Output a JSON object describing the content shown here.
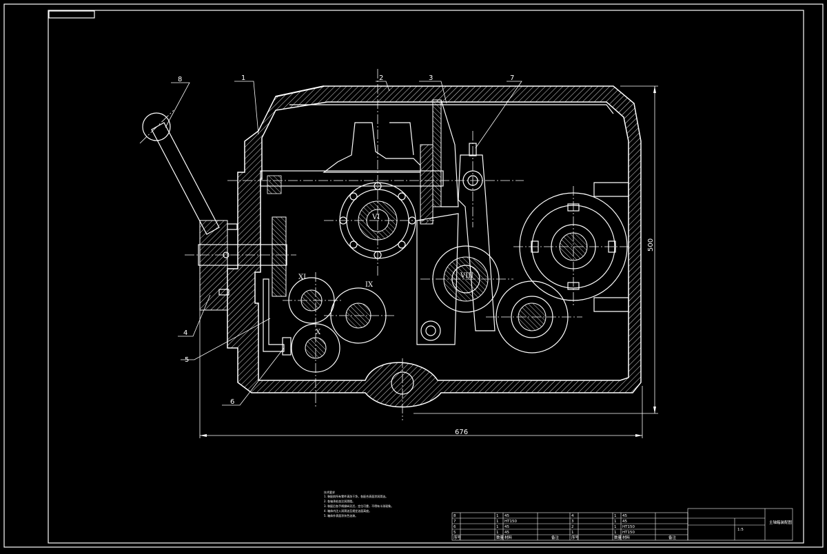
{
  "drawing": {
    "dimensions": {
      "width": "676",
      "height": "500"
    },
    "part_labels": [
      "1",
      "2",
      "3",
      "4",
      "5",
      "6",
      "7",
      "8"
    ],
    "shaft_labels": {
      "vi": "VI",
      "viii": "VIII",
      "ix": "IX",
      "x": "X",
      "xi": "XI"
    },
    "notes": [
      "技术要求",
      "1. 装配前所有零件清洗干净，各配合表面涂润滑油。",
      "2. 各轴承处加注润滑脂。",
      "3. 装配后各手柄操纵灵活，定位可靠，不得有卡滞现象。",
      "4. 箱体内注入润滑油至规定油面高度。",
      "5. 箱体外表面涂灰色油漆。"
    ],
    "bom_left": [
      [
        "8",
        "",
        "1",
        "45"
      ],
      [
        "7",
        "",
        "1",
        "HT150"
      ],
      [
        "6",
        "",
        "1",
        "45"
      ],
      [
        "5",
        "",
        "1",
        "45"
      ]
    ],
    "bom_right": [
      [
        "4",
        "",
        "1",
        "45"
      ],
      [
        "3",
        "",
        "1",
        "45"
      ],
      [
        "2",
        "",
        "1",
        "HT150"
      ],
      [
        "1",
        "",
        "1",
        "HT150"
      ]
    ],
    "bom_header_left": [
      "序号",
      "",
      "数量",
      "材料",
      "",
      "备注"
    ],
    "bom_header_right": [
      "序号",
      "",
      "数量",
      "材料",
      "",
      "备注"
    ],
    "title_block": {
      "title": "主轴箱装配图",
      "scale": "1:5"
    }
  }
}
